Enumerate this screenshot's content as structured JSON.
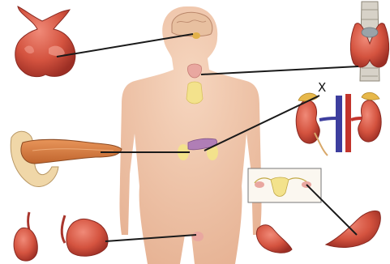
{
  "diagram": {
    "labels": {
      "x_marker": "X"
    },
    "structures": [
      {
        "id": "pituitary",
        "icon": "pituitary-gland-icon"
      },
      {
        "id": "thyroid",
        "icon": "thyroid-gland-icon"
      },
      {
        "id": "adrenal",
        "icon": "kidney-adrenal-icon"
      },
      {
        "id": "pancreas",
        "icon": "pancreas-icon"
      },
      {
        "id": "testes",
        "icon": "testes-icon"
      },
      {
        "id": "ovaries",
        "icon": "ovaries-icon"
      }
    ],
    "colors": {
      "body": "#f0c4a6",
      "gland": "#d9574a",
      "gland_dark": "#a8352c",
      "line": "#1a1a1a"
    }
  }
}
